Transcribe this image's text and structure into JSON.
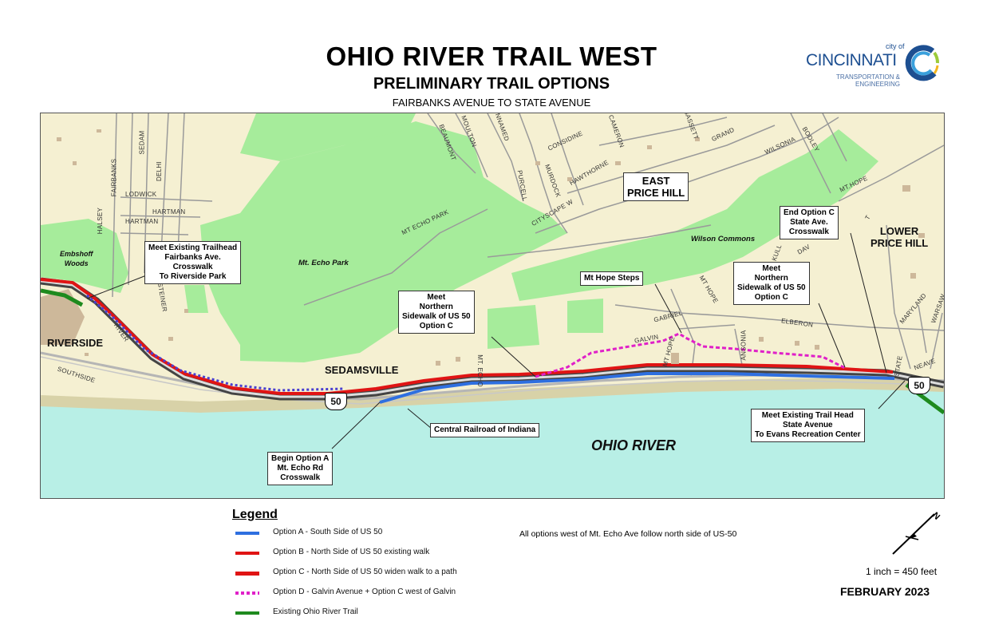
{
  "header": {
    "title": "OHIO RIVER TRAIL WEST",
    "subtitle": "PRELIMINARY TRAIL OPTIONS",
    "extent": "FAIRBANKS AVENUE TO STATE AVENUE"
  },
  "logo": {
    "city_of": "city of",
    "name": "CINCINNATI",
    "dept_line1": "TRANSPORTATION &",
    "dept_line2": "ENGINEERING"
  },
  "colors": {
    "option_a": "#2e6fe0",
    "option_b": "#e01414",
    "option_c": "#e01414",
    "option_d": "#e020c8",
    "existing_trail": "#1e8a1e",
    "river": "#b8efe6",
    "park": "#a6ec9b",
    "land": "#f5f0d2"
  },
  "map": {
    "areas": {
      "riverside": "RIVERSIDE",
      "sedamsville": "SEDAMSVILLE",
      "east_price_hill_1": "EAST",
      "east_price_hill_2": "PRICE HILL",
      "lower_price_hill_1": "LOWER",
      "lower_price_hill_2": "PRICE HILL",
      "river": "OHIO RIVER"
    },
    "parks": {
      "embshoff_1": "Embshoff",
      "embshoff_2": "Woods",
      "mt_echo": "Mt. Echo Park",
      "wilson": "Wilson Commons"
    },
    "streets": {
      "halsey": "HALSEY",
      "fairbanks": "FAIRBANKS",
      "sedam": "SEDAM",
      "delhi": "DELHI",
      "lodwick": "LODWICK",
      "hartman1": "HARTMAN",
      "hartman2": "HARTMAN",
      "steiner": "STEINER",
      "river": "RIVER",
      "southside": "SOUTHSIDE",
      "beaumont": "BEAUMONT",
      "moulton": "MOULTON",
      "unnamed": "UNNAMED",
      "considine": "CONSIDINE",
      "cameron": "CAMERON",
      "bassett": "BASSETT",
      "grand": "GRAND",
      "wilsonia": "WILSONIA",
      "bodley": "BODLEY",
      "mt_hope_ne": "MT.HOPE",
      "purcell": "PURCELL",
      "murdock": "MURDOCK",
      "hawthorne": "HAWTHORNE",
      "cityscape": "CITYSCAPE W",
      "mt_echo_park": "MT ECHO PARK",
      "mt_echo": "MT. ECHO",
      "gabriel": "GABRIEL",
      "galvin": "GALVIN",
      "mt_hope_s": "MT HOPE",
      "mt_hope_mid": "MT HOPE",
      "ansonia": "ANSONIA",
      "elberon": "ELBERON",
      "state": "STATE",
      "neave": "NEAVE",
      "maryland": "MARYLAND",
      "warsaw": "WARSAW",
      "dav": "DAV",
      "kull": "KULL",
      "t_mt": "T"
    },
    "route_shields": {
      "west": "50",
      "east": "50"
    },
    "callouts": {
      "trailhead_west": [
        "Meet Existing Trailhead",
        "Fairbanks Ave.",
        "Crosswalk",
        "To Riverside Park"
      ],
      "north_sidewalk_c_west": [
        "Meet",
        "Northern",
        "Sidewalk of US 50",
        "Option C"
      ],
      "mt_hope_steps": [
        "Mt Hope Steps"
      ],
      "end_option_c": [
        "End Option C",
        "State Ave.",
        "Crosswalk"
      ],
      "north_sidewalk_c_east": [
        "Meet",
        "Northern",
        "Sidewalk of US 50",
        "Option C"
      ],
      "begin_option_a": [
        "Begin Option A",
        "Mt. Echo Rd",
        "Crosswalk"
      ],
      "railroad": [
        "Central Railroad of Indiana"
      ],
      "trailhead_east": [
        "Meet Existing Trail Head",
        "State Avenue",
        "To Evans Recreation Center"
      ]
    }
  },
  "legend": {
    "title": "Legend",
    "items": [
      {
        "label": "Option A - South Side of US 50",
        "color": "#2e6fe0",
        "style": "solid"
      },
      {
        "label": "Option B - North Side of US 50 existing walk",
        "color": "#e01414",
        "style": "solid"
      },
      {
        "label": "Option C - North Side of US 50 widen walk to a path",
        "color": "#e01414",
        "style": "solid"
      },
      {
        "label": "Option D - Galvin Avenue + Option C west of Galvin",
        "color": "#e020c8",
        "style": "dotted"
      },
      {
        "label": "Existing Ohio River Trail",
        "color": "#1e8a1e",
        "style": "solid"
      }
    ]
  },
  "note": "All options west of Mt. Echo Ave  follow north side of US-50",
  "scale": "1 inch = 450 feet",
  "date": "FEBRUARY 2023"
}
